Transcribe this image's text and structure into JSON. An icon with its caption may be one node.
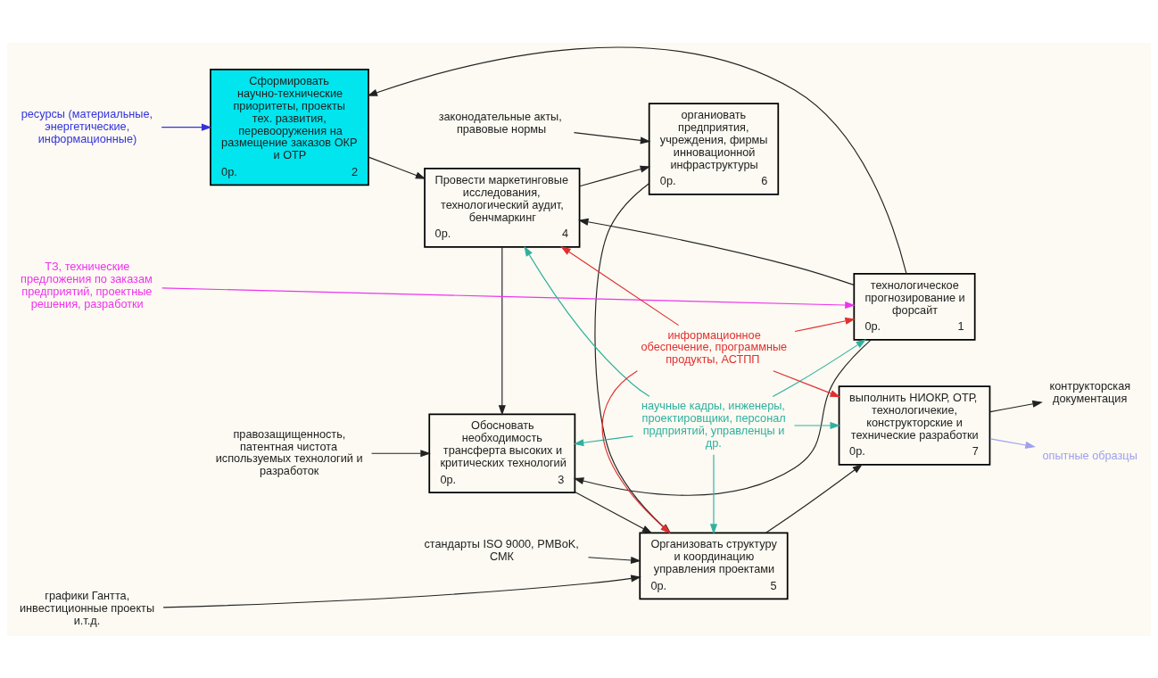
{
  "diagram": {
    "nodes": [
      {
        "text": [
          "Сформировать научно-технические приоритеты, проекты тех. развития, перевооружения на размещение заказов ОКР и ОТР",
          "0р.",
          "2"
        ]
      },
      {
        "text": [
          "Провести маркетинговые исследования, технологический аудит, бенчмаркинг",
          "0р.",
          "4"
        ]
      },
      {
        "text": [
          "органиовать предприятия, учреждения, фирмы инновационной инфраструктуры",
          "0р.",
          "6"
        ]
      },
      {
        "text": [
          "технологическое прогнозирование и форсайт",
          "0р.",
          "1"
        ]
      },
      {
        "text": [
          "Обосновать необходимость трансферта высоких и критических технологий",
          "0р.",
          "3"
        ]
      },
      {
        "text": [
          "Организовать структуру и координацию управления проектами",
          "0р.",
          "5"
        ]
      },
      {
        "text": [
          "выполнить НИОКР, ОТР, технологичекие, конструкторские и технические разработки",
          "0р.",
          "7"
        ]
      },
      {
        "text": [
          "ресурсы (материальные, энергетические, информационные)"
        ]
      },
      {
        "text": [
          "правозащищенность, патентная чистота используемых технологий и разработок"
        ]
      },
      {
        "text": [
          "стандарты ISO 9000, PMBoK, СМК"
        ]
      },
      {
        "text": [
          "законодательные акты, правовые нормы"
        ]
      },
      {
        "text": [
          "ТЗ, технические предложения по заказам предприятий, проектные решения, разработки"
        ]
      },
      {
        "text": [
          "графики Гантта, инвестиционные проекты и.т.д."
        ]
      },
      {
        "text": [
          "контрукторская документация"
        ]
      },
      {
        "text": [
          "опытные образцы"
        ]
      },
      {
        "text": [
          "научные кадры, инженеры, проектировщики, персонал прдприятий, управленцы и др."
        ]
      },
      {
        "text": [
          "информационное обеспечение, программные продукты, АСТПП"
        ]
      }
    ],
    "edges": [
      {
        "from": 7,
        "to": 0,
        "arrow": "to",
        "color": "#3333dd"
      },
      {
        "from": 11,
        "to": 3,
        "arrow": "to",
        "color": "#ee33ee"
      },
      {
        "from": 3,
        "to": 0,
        "arrow": "to"
      },
      {
        "from": 3,
        "to": 1,
        "arrow": "to"
      },
      {
        "from": 3,
        "to": 4,
        "arrow": "to"
      },
      {
        "from": 0,
        "to": 1,
        "arrow": "to"
      },
      {
        "from": 1,
        "to": 2,
        "arrow": "to"
      },
      {
        "from": 1,
        "to": 4,
        "arrow": "to"
      },
      {
        "from": 8,
        "to": 4,
        "arrow": "to"
      },
      {
        "from": 9,
        "to": 5,
        "arrow": "to"
      },
      {
        "from": 10,
        "to": 2,
        "arrow": "to"
      },
      {
        "from": 2,
        "to": 5,
        "arrow": "to"
      },
      {
        "from": 4,
        "to": 5,
        "arrow": "to"
      },
      {
        "from": 12,
        "to": 5,
        "arrow": "to"
      },
      {
        "from": 5,
        "to": 6,
        "arrow": "to"
      },
      {
        "from": 6,
        "to": 13,
        "arrow": "to"
      },
      {
        "from": 6,
        "to": 14,
        "arrow": "to",
        "color": "#a0a0f0"
      },
      {
        "from": 16,
        "to": 3,
        "arrow": "to",
        "color": "#e03030"
      },
      {
        "from": 16,
        "to": 1,
        "arrow": "to",
        "color": "#e03030"
      },
      {
        "from": 16,
        "to": 5,
        "arrow": "to",
        "color": "#e03030"
      },
      {
        "from": 16,
        "to": 6,
        "arrow": "to",
        "color": "#e03030"
      },
      {
        "from": 15,
        "to": 3,
        "arrow": "to",
        "color": "#30b0a0"
      },
      {
        "from": 15,
        "to": 4,
        "arrow": "to",
        "color": "#30b0a0"
      },
      {
        "from": 15,
        "to": 1,
        "arrow": "to",
        "color": "#30b0a0"
      },
      {
        "from": 15,
        "to": 5,
        "arrow": "to",
        "color": "#30b0a0"
      },
      {
        "from": 15,
        "to": 6,
        "arrow": "to",
        "color": "#30b0a0"
      }
    ]
  }
}
